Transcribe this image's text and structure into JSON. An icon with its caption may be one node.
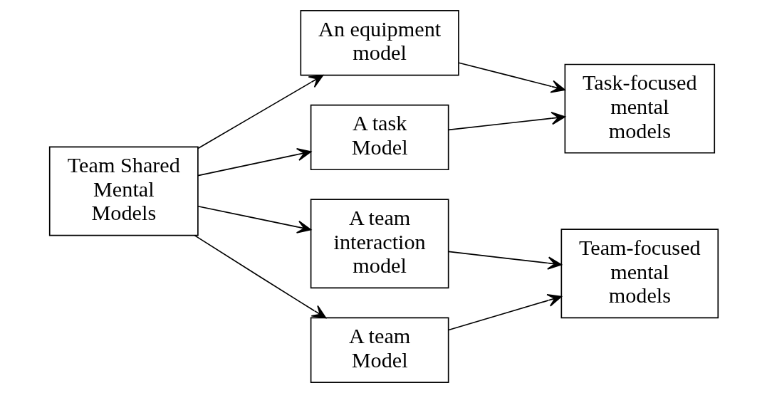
{
  "diagram": {
    "nodes": [
      {
        "text": [
          "Team Shared Mental Models"
        ]
      },
      {
        "text": [
          "An equipment model"
        ]
      },
      {
        "text": [
          "A task Model"
        ]
      },
      {
        "text": [
          "A team interaction model"
        ]
      },
      {
        "text": [
          "A team Model"
        ]
      },
      {
        "text": [
          "Task-focused mental models"
        ]
      },
      {
        "text": [
          "Team-focused mental models"
        ]
      }
    ],
    "edges": [
      {
        "from": 0,
        "to": 1,
        "arrow": "to"
      },
      {
        "from": 0,
        "to": 2,
        "arrow": "to"
      },
      {
        "from": 0,
        "to": 3,
        "arrow": "to"
      },
      {
        "from": 0,
        "to": 4,
        "arrow": "to"
      },
      {
        "from": 1,
        "to": 5,
        "arrow": "to"
      },
      {
        "from": 2,
        "to": 5,
        "arrow": "to"
      },
      {
        "from": 3,
        "to": 6,
        "arrow": "to"
      },
      {
        "from": 4,
        "to": 6,
        "arrow": "to"
      }
    ]
  }
}
